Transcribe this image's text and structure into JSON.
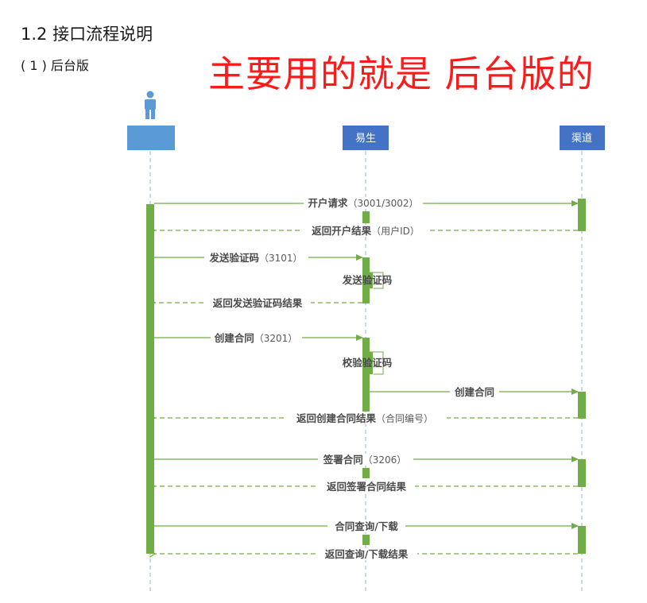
{
  "section_title": "1.2 接口流程说明",
  "sub_title": "( 1 ) 后台版",
  "annotation": "主要用的就是 后台版的",
  "participants": {
    "client": {
      "label": "",
      "icon": "person-icon"
    },
    "yisheng": {
      "label": "易生"
    },
    "qudao": {
      "label": "渠道"
    }
  },
  "messages": {
    "m1": {
      "bold": "开户请求",
      "light": "（3001/3002）"
    },
    "m2": {
      "bold": "返回开户结果",
      "light": "（用户ID）"
    },
    "m3": {
      "bold": "发送验证码",
      "light": "（3101）"
    },
    "m4": {
      "bold": "发送验证码",
      "light": ""
    },
    "m5": {
      "bold": "返回发送验证码结果",
      "light": ""
    },
    "m6": {
      "bold": "创建合同",
      "light": "（3201）"
    },
    "m7": {
      "bold": "校验验证码",
      "light": ""
    },
    "m8": {
      "bold": "创建合同",
      "light": ""
    },
    "m9": {
      "bold": "返回创建合同结果",
      "light": "（合同编号）"
    },
    "m10": {
      "bold": "签署合同",
      "light": "（3206）"
    },
    "m11": {
      "bold": "返回签署合同结果",
      "light": ""
    },
    "m12": {
      "bold": "合同查询/下载",
      "light": ""
    },
    "m13": {
      "bold": "返回查询/下载结果",
      "light": ""
    }
  },
  "colors": {
    "header_blue": "#4472c4",
    "client_blue": "#5b9bd5",
    "activation_green": "#70ad47",
    "arrow_green": "#70ad47",
    "lifeline": "#9dc3e6",
    "annotation_red": "#ff1a1a"
  }
}
